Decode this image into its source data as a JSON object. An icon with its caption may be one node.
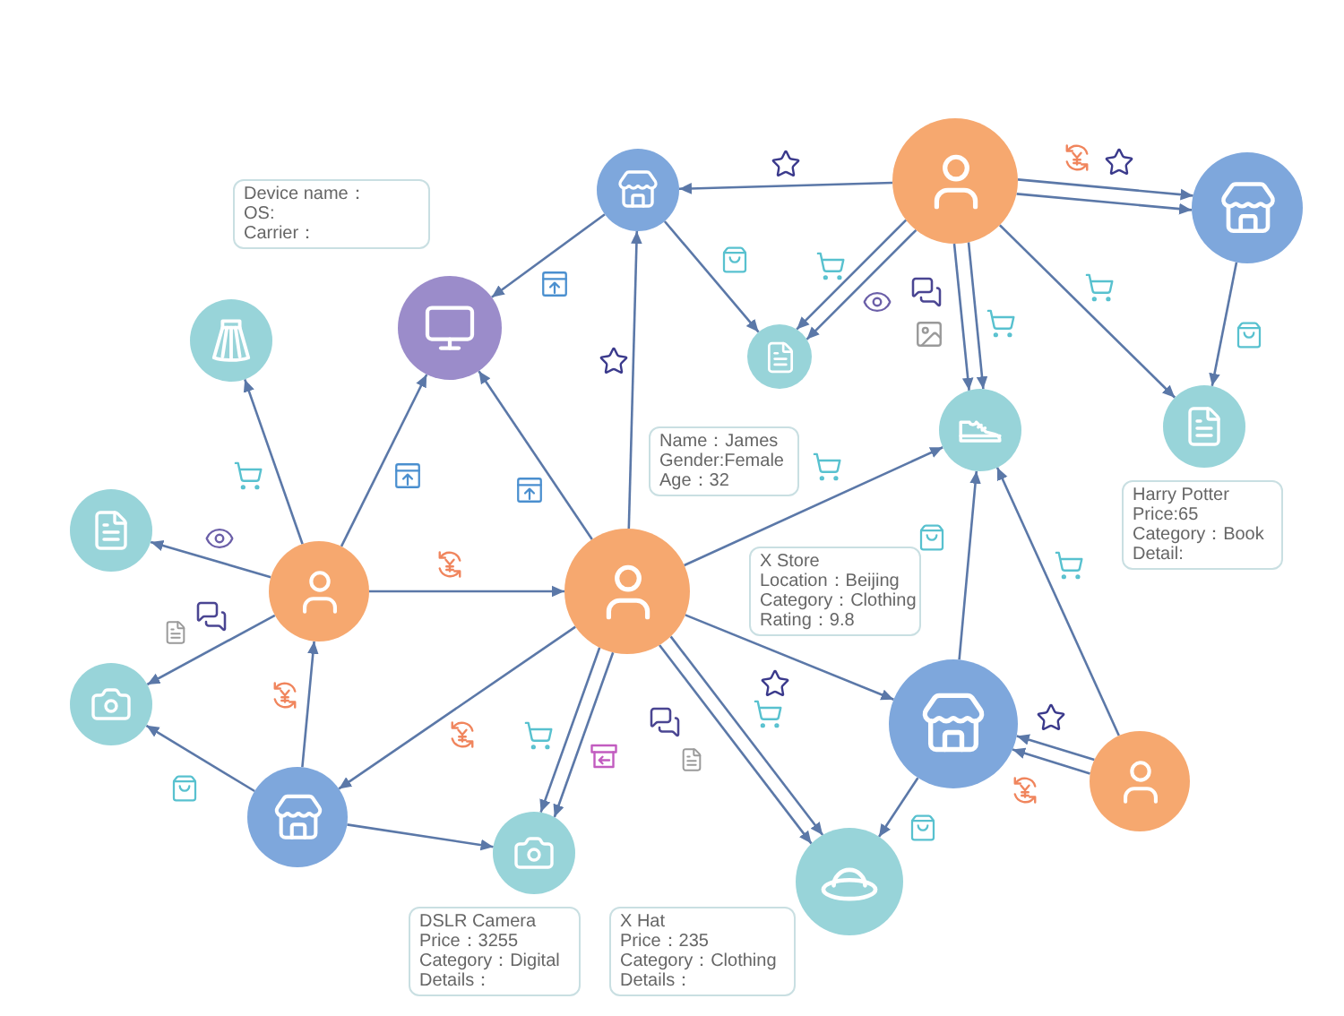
{
  "diagram": {
    "nodes": [
      {
        "text": [
          "Device name：",
          "OS:",
          "Carrier："
        ]
      },
      {
        "text": [],
        "shape": "circle"
      },
      {
        "text": [],
        "shape": "circle"
      },
      {
        "text": [],
        "shape": "circle"
      },
      {
        "text": [],
        "shape": "circle"
      },
      {
        "text": [],
        "shape": "circle"
      },
      {
        "text": [],
        "shape": "circle"
      },
      {
        "text": [],
        "shape": "circle"
      },
      {
        "text": [],
        "shape": "circle"
      },
      {
        "text": [
          "Name：James",
          "Gender:Female",
          "Age：32"
        ]
      },
      {
        "text": [
          "Harry Potter",
          "Price:65",
          "Category：Book",
          "Detail:"
        ]
      },
      {
        "text": [],
        "shape": "circle"
      },
      {
        "text": [],
        "shape": "circle"
      },
      {
        "text": [],
        "shape": "circle"
      },
      {
        "text": [
          "X Store",
          "Location：Beijing",
          "Category：Clothing",
          "Rating：9.8"
        ]
      },
      {
        "text": [],
        "shape": "circle"
      },
      {
        "text": [],
        "shape": "circle"
      },
      {
        "text": [],
        "shape": "circle"
      },
      {
        "text": [],
        "shape": "circle"
      },
      {
        "text": [],
        "shape": "circle"
      },
      {
        "text": [],
        "shape": "circle"
      },
      {
        "text": [
          "DSLR Camera",
          "Price：3255",
          "Category：Digital",
          "Details："
        ]
      },
      {
        "text": [
          "X Hat",
          "Price：235",
          "Category：Clothing",
          "Details："
        ]
      }
    ],
    "edges": [
      {
        "from": 13,
        "to": 4,
        "arrow": "to"
      },
      {
        "from": 13,
        "to": 1,
        "arrow": "to"
      },
      {
        "from": 13,
        "to": 7,
        "arrow": "to"
      },
      {
        "from": 13,
        "to": 15,
        "arrow": "to"
      },
      {
        "from": 13,
        "to": 19,
        "arrow": "to"
      },
      {
        "from": 13,
        "to": 19,
        "arrow": "to"
      },
      {
        "from": 13,
        "to": 20,
        "arrow": "to"
      },
      {
        "from": 13,
        "to": 20,
        "arrow": "to"
      },
      {
        "from": 13,
        "to": 18,
        "arrow": "to"
      },
      {
        "from": 12,
        "to": 13,
        "arrow": "to"
      },
      {
        "from": 12,
        "to": 5,
        "arrow": "to"
      },
      {
        "from": 12,
        "to": 4,
        "arrow": "to"
      },
      {
        "from": 12,
        "to": 11,
        "arrow": "to"
      },
      {
        "from": 12,
        "to": 16,
        "arrow": "to"
      },
      {
        "from": 18,
        "to": 12,
        "arrow": "to"
      },
      {
        "from": 18,
        "to": 16,
        "arrow": "to"
      },
      {
        "from": 18,
        "to": 19,
        "arrow": "to"
      },
      {
        "from": 1,
        "to": 4,
        "arrow": "to"
      },
      {
        "from": 1,
        "to": 6,
        "arrow": "to"
      },
      {
        "from": 2,
        "to": 1,
        "arrow": "to"
      },
      {
        "from": 2,
        "to": 6,
        "arrow": "to"
      },
      {
        "from": 2,
        "to": 6,
        "arrow": "to"
      },
      {
        "from": 2,
        "to": 7,
        "arrow": "to"
      },
      {
        "from": 2,
        "to": 7,
        "arrow": "to"
      },
      {
        "from": 2,
        "to": 3,
        "arrow": "to"
      },
      {
        "from": 2,
        "to": 3,
        "arrow": "to"
      },
      {
        "from": 2,
        "to": 8,
        "arrow": "to"
      },
      {
        "from": 3,
        "to": 8,
        "arrow": "to"
      },
      {
        "from": 15,
        "to": 7,
        "arrow": "to"
      },
      {
        "from": 15,
        "to": 20,
        "arrow": "to"
      },
      {
        "from": 17,
        "to": 7,
        "arrow": "to"
      },
      {
        "from": 17,
        "to": 15,
        "arrow": "to"
      },
      {
        "from": 17,
        "to": 15,
        "arrow": "to"
      }
    ]
  }
}
